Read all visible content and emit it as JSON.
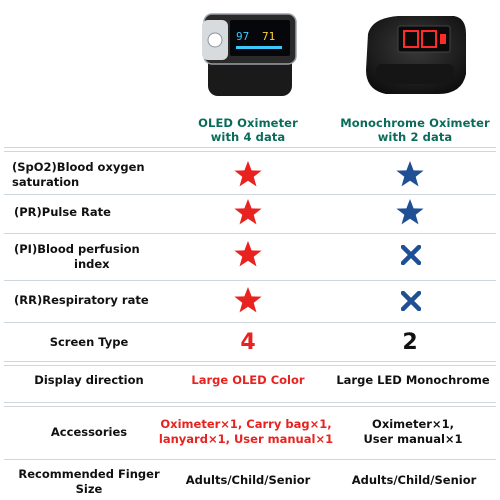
{
  "products": {
    "oled": {
      "title_line1": "OLED Oximeter",
      "title_line2": "with 4 data",
      "screen_reading": "97",
      "screen_pulse": "71"
    },
    "mono": {
      "title_line1": "Monochrome Oximeter",
      "title_line2": "with 2 data"
    }
  },
  "rows": {
    "spo2": {
      "label_line1": "(SpO2)Blood oxygen",
      "label_line2": "saturation",
      "oled": "star",
      "mono": "star"
    },
    "pr": {
      "label": "(PR)Pulse Rate",
      "oled": "star",
      "mono": "star"
    },
    "pi": {
      "label_line1": "(PI)Blood perfusion",
      "label_line2": "index",
      "oled": "star",
      "mono": "x"
    },
    "rr": {
      "label": "(RR)Respiratory rate",
      "oled": "star",
      "mono": "x"
    },
    "screen_type": {
      "label": "Screen Type",
      "oled": "4",
      "mono": "2"
    },
    "display": {
      "label": "Display direction",
      "oled": "Large OLED Color",
      "mono": "Large LED Monochrome"
    },
    "accessories": {
      "label": "Accessories",
      "oled_line1": "Oximeter×1, Carry bag×1,",
      "oled_line2": "lanyard×1, User manual×1",
      "mono_line1": "Oximeter×1,",
      "mono_line2": "User manual×1"
    },
    "finger": {
      "label_line1": "Recommended Finger",
      "label_line2": "Size",
      "oled": "Adults/Child/Senior",
      "mono": "Adults/Child/Senior"
    }
  },
  "colors": {
    "red_star": "#e8221f",
    "blue_star": "#1f4f94",
    "x_mark": "#1f4f94",
    "header_text": "#0b6b5b",
    "separator": "#cfd6dc"
  },
  "icons": {
    "check_full": "star-icon",
    "missing": "x-icon"
  }
}
